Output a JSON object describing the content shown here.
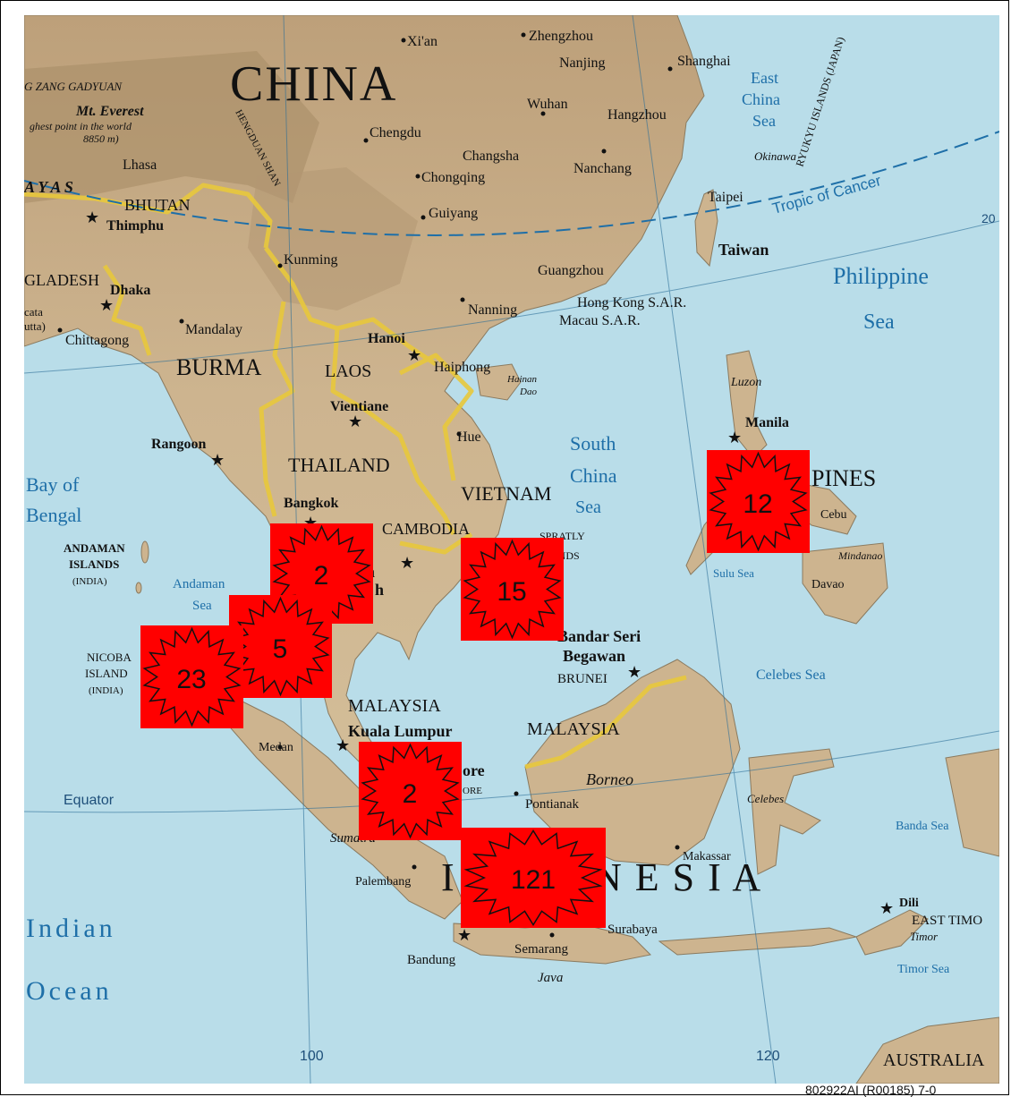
{
  "map": {
    "countries": [
      {
        "id": "china",
        "label": "CHINA"
      },
      {
        "id": "burma",
        "label": "BURMA"
      },
      {
        "id": "laos",
        "label": "LAOS"
      },
      {
        "id": "thailand",
        "label": "THAILAND"
      },
      {
        "id": "vietnam",
        "label": "VIETNAM"
      },
      {
        "id": "cambodia",
        "label": "CAMBODIA"
      },
      {
        "id": "malaysia-west",
        "label": "MALAYSIA"
      },
      {
        "id": "malaysia-east",
        "label": "MALAYSIA"
      },
      {
        "id": "brunei",
        "label": "BRUNEI"
      },
      {
        "id": "indonesia",
        "label": "I  N  D  O  N  E  S  I  A"
      },
      {
        "id": "philippines",
        "label": "PINES"
      },
      {
        "id": "bhutan",
        "label": "BHUTAN"
      },
      {
        "id": "bangladesh",
        "label": "GLADESH"
      },
      {
        "id": "east-timor",
        "label": "EAST TIMO"
      },
      {
        "id": "australia",
        "label": "AUSTRALIA"
      }
    ],
    "cities": [
      {
        "id": "xian",
        "label": "Xi'an"
      },
      {
        "id": "zhengzhou",
        "label": "Zhengzhou"
      },
      {
        "id": "nanjing",
        "label": "Nanjing"
      },
      {
        "id": "shanghai",
        "label": "Shanghai"
      },
      {
        "id": "wuhan",
        "label": "Wuhan"
      },
      {
        "id": "hangzhou",
        "label": "Hangzhou"
      },
      {
        "id": "chengdu",
        "label": "Chengdu"
      },
      {
        "id": "changsha",
        "label": "Changsha"
      },
      {
        "id": "chongqing",
        "label": "Chongqing"
      },
      {
        "id": "nanchang",
        "label": "Nanchang"
      },
      {
        "id": "lhasa",
        "label": "Lhasa"
      },
      {
        "id": "guiyang",
        "label": "Guiyang"
      },
      {
        "id": "kunming",
        "label": "Kunming"
      },
      {
        "id": "taipei",
        "label": "Taipei"
      },
      {
        "id": "guangzhou",
        "label": "Guangzhou"
      },
      {
        "id": "hong-kong",
        "label": "Hong Kong S.A.R."
      },
      {
        "id": "macau",
        "label": "Macau S.A.R."
      },
      {
        "id": "nanning",
        "label": "Nanning"
      },
      {
        "id": "thimphu",
        "label": "Thimphu"
      },
      {
        "id": "dhaka",
        "label": "Dhaka"
      },
      {
        "id": "chittagong",
        "label": "Chittagong"
      },
      {
        "id": "mandalay",
        "label": "Mandalay"
      },
      {
        "id": "hanoi",
        "label": "Hanoi"
      },
      {
        "id": "haiphong",
        "label": "Haiphong"
      },
      {
        "id": "vientiane",
        "label": "Vientiane"
      },
      {
        "id": "rangoon",
        "label": "Rangoon"
      },
      {
        "id": "hue",
        "label": "Hue"
      },
      {
        "id": "bangkok",
        "label": "Bangkok"
      },
      {
        "id": "manila",
        "label": "Manila"
      },
      {
        "id": "cebu",
        "label": "Cebu"
      },
      {
        "id": "davao",
        "label": "Davao"
      },
      {
        "id": "bandar-seri-begawan-1",
        "label": "Bandar Seri"
      },
      {
        "id": "bandar-seri-begawan-2",
        "label": "Begawan"
      },
      {
        "id": "kuala-lumpur",
        "label": "Kuala Lumpur"
      },
      {
        "id": "medan",
        "label": "Medan"
      },
      {
        "id": "pontianak",
        "label": "Pontianak"
      },
      {
        "id": "palembang",
        "label": "Palembang"
      },
      {
        "id": "makassar",
        "label": "Makassar"
      },
      {
        "id": "dili",
        "label": "Dili"
      },
      {
        "id": "surabaya",
        "label": "Surabaya"
      },
      {
        "id": "semarang",
        "label": "Semarang"
      },
      {
        "id": "bandung",
        "label": "Bandung"
      }
    ],
    "water": [
      {
        "id": "east-china-sea-1",
        "label": "East"
      },
      {
        "id": "east-china-sea-2",
        "label": "China"
      },
      {
        "id": "east-china-sea-3",
        "label": "Sea"
      },
      {
        "id": "okinawa",
        "label": "Okinawa"
      },
      {
        "id": "philippine-sea-1",
        "label": "Philippine"
      },
      {
        "id": "philippine-sea-2",
        "label": "Sea"
      },
      {
        "id": "south-china-sea-1",
        "label": "South"
      },
      {
        "id": "south-china-sea-2",
        "label": "China"
      },
      {
        "id": "south-china-sea-3",
        "label": "Sea"
      },
      {
        "id": "bay-of-bengal-1",
        "label": "Bay of"
      },
      {
        "id": "bay-of-bengal-2",
        "label": "Bengal"
      },
      {
        "id": "andaman-sea-1",
        "label": "Andaman"
      },
      {
        "id": "andaman-sea-2",
        "label": "Sea"
      },
      {
        "id": "sulu-sea",
        "label": "Sulu Sea"
      },
      {
        "id": "celebes-sea",
        "label": "Celebes Sea"
      },
      {
        "id": "banda-sea",
        "label": "Banda Sea"
      },
      {
        "id": "timor-sea",
        "label": "Timor Sea"
      },
      {
        "id": "indian-ocean-1",
        "label": "Indian"
      },
      {
        "id": "indian-ocean-2",
        "label": "Ocean"
      }
    ],
    "features": [
      {
        "id": "mt-everest",
        "label": "Mt. Everest"
      },
      {
        "id": "everest-note-1",
        "label": "ghest point in the world"
      },
      {
        "id": "everest-note-2",
        "label": "8850 m)"
      },
      {
        "id": "zang-gadyuan",
        "label": "G ZANG GADYUAN"
      },
      {
        "id": "himalayas",
        "label": "A Y A S"
      },
      {
        "id": "hengduan-shan",
        "label": "HENGDUAN SHAN"
      },
      {
        "id": "ryukyu",
        "label": "RYUKYU ISLANDS (JAPAN)"
      },
      {
        "id": "tropic-of-cancer",
        "label": "Tropic of Cancer"
      },
      {
        "id": "taiwan",
        "label": "Taiwan"
      },
      {
        "id": "hainan-1",
        "label": "Hainan"
      },
      {
        "id": "hainan-2",
        "label": "Dao"
      },
      {
        "id": "luzon",
        "label": "Luzon"
      },
      {
        "id": "spratly-1",
        "label": "SPRATLY"
      },
      {
        "id": "spratly-2",
        "label": "ISLANDS"
      },
      {
        "id": "andaman-islands-1",
        "label": "ANDAMAN"
      },
      {
        "id": "andaman-islands-2",
        "label": "ISLANDS"
      },
      {
        "id": "andaman-islands-3",
        "label": "(INDIA)"
      },
      {
        "id": "nicobar-1",
        "label": "NICOBA"
      },
      {
        "id": "nicobar-2",
        "label": "ISLAND"
      },
      {
        "id": "nicobar-3",
        "label": "(INDIA)"
      },
      {
        "id": "borneo",
        "label": "Borneo"
      },
      {
        "id": "celebes",
        "label": "Celebes"
      },
      {
        "id": "sumatra",
        "label": "Sumatra"
      },
      {
        "id": "java",
        "label": "Java"
      },
      {
        "id": "timor",
        "label": "Timor"
      },
      {
        "id": "mindanao",
        "label": "Mindanao"
      },
      {
        "id": "equator",
        "label": "Equator"
      },
      {
        "id": "kolkata-1",
        "label": "cata"
      },
      {
        "id": "kolkata-2",
        "label": "utta)"
      },
      {
        "id": "lon-100",
        "label": "100"
      },
      {
        "id": "lon-120",
        "label": "120"
      },
      {
        "id": "lat-20",
        "label": "20"
      },
      {
        "id": "penh-fragment",
        "label": "om"
      },
      {
        "id": "penh-fragment-2",
        "label": "h"
      },
      {
        "id": "singapore-fragment",
        "label": "ore"
      },
      {
        "id": "singapore-fragment-2",
        "label": "ORE"
      }
    ],
    "colors": {
      "water": "#b9dde9",
      "land": "#cdb48f",
      "land_high": "#a88d68",
      "border": "#e8c83c",
      "badge": "#ff0000"
    }
  },
  "badges": [
    {
      "id": "badge-thailand-coast",
      "value": "2"
    },
    {
      "id": "badge-vietnam-south",
      "value": "15"
    },
    {
      "id": "badge-philippines",
      "value": "12"
    },
    {
      "id": "badge-andaman-coast",
      "value": "5"
    },
    {
      "id": "badge-sumatra-north",
      "value": "23"
    },
    {
      "id": "badge-singapore",
      "value": "2"
    },
    {
      "id": "badge-java",
      "value": "121"
    }
  ],
  "credit": "802922AI (R00185) 7-0"
}
